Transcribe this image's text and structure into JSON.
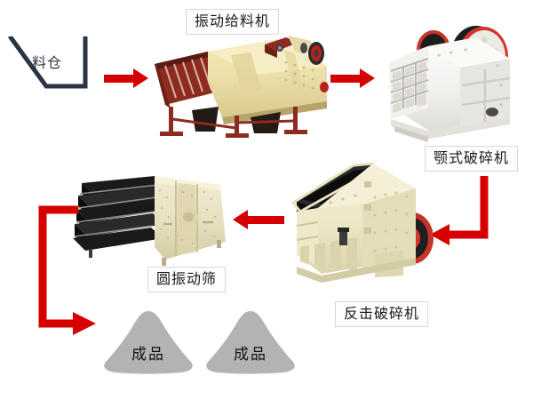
{
  "diagram": {
    "title": "Stone crushing production line flow chart",
    "background_color": "#ffffff",
    "arrow_color": "#d70000",
    "silo_outline_color": "#2b3442",
    "cone_fill_color": "#b3b3b3"
  },
  "silo": {
    "label": "料仓",
    "name": "material-silo"
  },
  "labels": {
    "vibrating_feeder": "振动给料机",
    "jaw_crusher": "颚式破碎机",
    "impact_crusher": "反击破碎机",
    "circular_vibrating_screen": "圆振动筛"
  },
  "products": [
    {
      "label": "成品"
    },
    {
      "label": "成品"
    }
  ],
  "machines": [
    {
      "name": "vibrating-feeder",
      "label": "振动给料机"
    },
    {
      "name": "jaw-crusher",
      "label": "颚式破碎机"
    },
    {
      "name": "impact-crusher",
      "label": "反击破碎机"
    },
    {
      "name": "circular-vibrating-screen",
      "label": "圆振动筛"
    }
  ],
  "arrows": [
    {
      "name": "arrow-silo-to-feeder",
      "direction": "right"
    },
    {
      "name": "arrow-feeder-to-jaw",
      "direction": "right"
    },
    {
      "name": "arrow-jaw-to-impact",
      "direction": "elbow-down-left"
    },
    {
      "name": "arrow-impact-to-screen",
      "direction": "left"
    },
    {
      "name": "arrow-screen-to-products",
      "direction": "elbow-left-down-right"
    }
  ]
}
